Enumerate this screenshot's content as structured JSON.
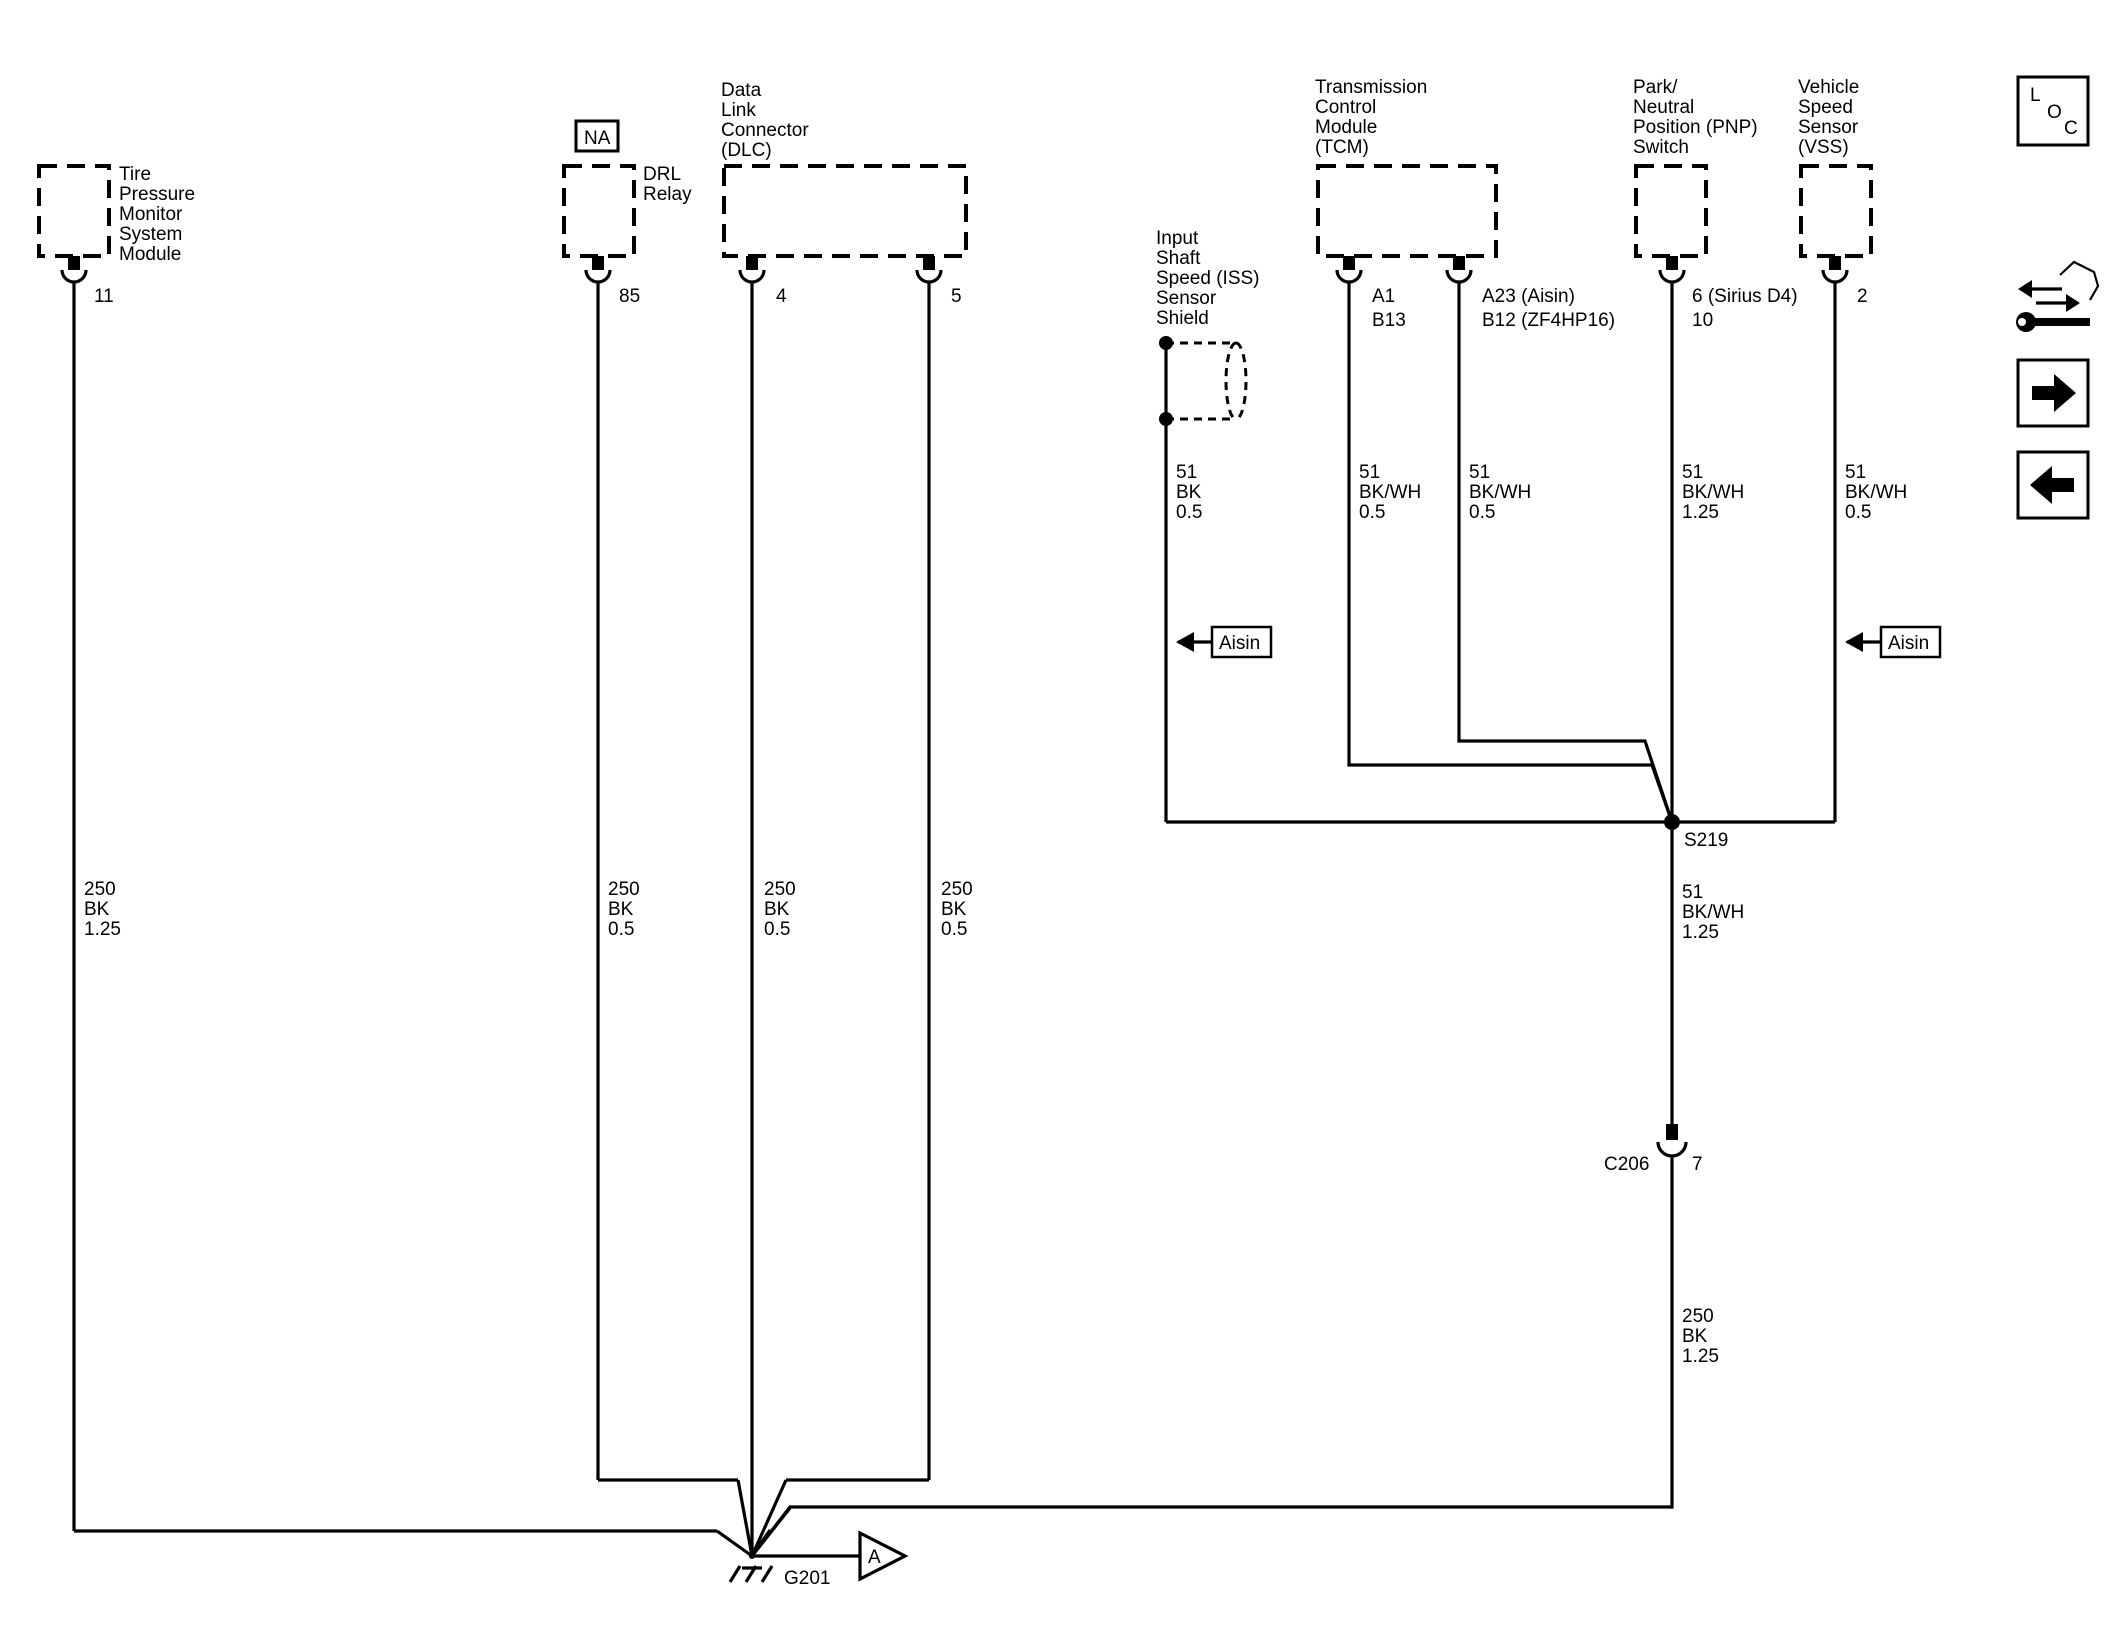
{
  "components": {
    "tpms": [
      "Tire",
      "Pressure",
      "Monitor",
      "System",
      "Module"
    ],
    "drl_badge": "NA",
    "drl": [
      "DRL",
      "Relay"
    ],
    "dlc": [
      "Data",
      "Link",
      "Connector",
      "(DLC)"
    ],
    "iss": [
      "Input",
      "Shaft",
      "Speed (ISS)",
      "Sensor",
      "Shield"
    ],
    "tcm": [
      "Transmission",
      "Control",
      "Module",
      "(TCM)"
    ],
    "pnp": [
      "Park/",
      "Neutral",
      "Position (PNP)",
      "Switch"
    ],
    "vss": [
      "Vehicle",
      "Speed",
      "Sensor",
      "(VSS)"
    ]
  },
  "pins": {
    "tpms": "11",
    "drl": "85",
    "dlc_a": "4",
    "dlc_b": "5",
    "tcm_a": [
      "A1",
      "B13"
    ],
    "tcm_b": [
      "A23 (Aisin)",
      "B12 (ZF4HP16)"
    ],
    "pnp": [
      "6 (Sirius D4)",
      "10"
    ],
    "vss": "2",
    "c206_pin": "7"
  },
  "wires": {
    "tpms": [
      "250",
      "BK",
      "1.25"
    ],
    "drl": [
      "250",
      "BK",
      "0.5"
    ],
    "dlc_a": [
      "250",
      "BK",
      "0.5"
    ],
    "dlc_b": [
      "250",
      "BK",
      "0.5"
    ],
    "iss": [
      "51",
      "BK",
      "0.5"
    ],
    "tcm_a": [
      "51",
      "BK/WH",
      "0.5"
    ],
    "tcm_b": [
      "51",
      "BK/WH",
      "0.5"
    ],
    "pnp": [
      "51",
      "BK/WH",
      "1.25"
    ],
    "vss": [
      "51",
      "BK/WH",
      "0.5"
    ],
    "s219_out": [
      "51",
      "BK/WH",
      "1.25"
    ],
    "c206_out": [
      "250",
      "BK",
      "1.25"
    ]
  },
  "splice": "S219",
  "connector": "C206",
  "ground": "G201",
  "ground_ref": "A",
  "aisin_tag": "Aisin",
  "nav": {
    "loc": [
      "L",
      "O",
      "C"
    ]
  },
  "icon_names": [
    "loc-icon",
    "connector-wrench-icon",
    "arrow-right-icon",
    "arrow-left-icon"
  ]
}
